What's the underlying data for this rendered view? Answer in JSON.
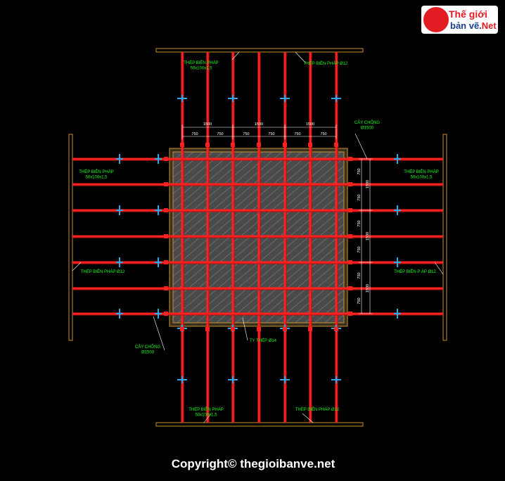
{
  "logo": {
    "line1": "Thế giới",
    "line2_main": "bản vẽ.",
    "line2_accent": "Net"
  },
  "labels": {
    "top_left": [
      "THÉP BIÊN PHÁP",
      "50x100x1,5"
    ],
    "top_right": [
      "THÉP BIÊN PHÁP Ø12"
    ],
    "left_top": [
      "THÉP BIÊN PHÁP",
      "50x100x1,5"
    ],
    "left_mid": [
      "THÉP BIÊN PHÁP Ø12"
    ],
    "right_top": [
      "THÉP BIÊN PHÁP",
      "50x100x1,5"
    ],
    "right_mid": [
      "THÉP BIÊN  P ÁP Ø12"
    ],
    "prop_top": [
      "CÂY CHỐNG",
      "Ø1500"
    ],
    "prop_bottom": [
      "CÂY CHỐNG",
      "Ø1500"
    ],
    "tie": [
      "TY THÉP Ø14"
    ],
    "bottom_left": [
      "THÉP BIÊN PHÁP",
      "50x100x1,5"
    ],
    "bottom_right": [
      "THÉP BIÊN PHÁP Ø12"
    ]
  },
  "dimensions": {
    "top_major": [
      "1500",
      "1500",
      "1500"
    ],
    "top_minor": [
      "750",
      "750",
      "750",
      "750",
      "750",
      "750"
    ],
    "right_major": [
      "1500",
      "1500",
      "1500"
    ],
    "right_minor": [
      "750",
      "750",
      "750",
      "750",
      "750",
      "750"
    ]
  },
  "copyright": "Copyright© thegioibanve.net"
}
